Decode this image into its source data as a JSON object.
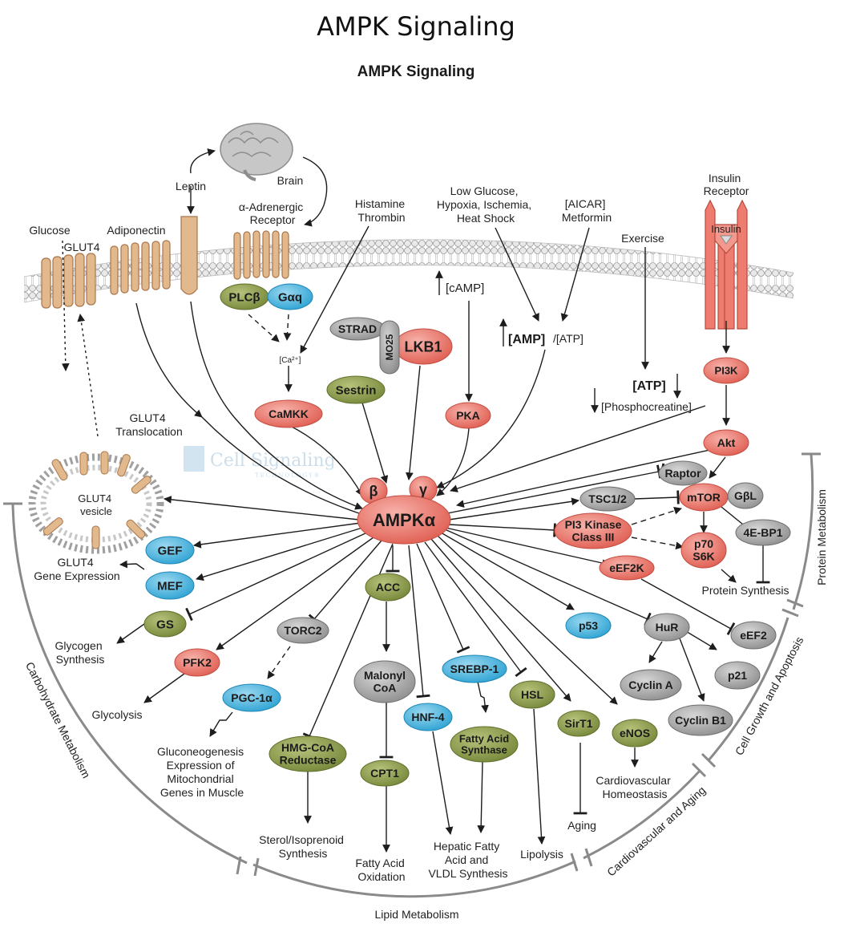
{
  "header": {
    "image_title": "AMPK Signaling",
    "figure_title": "AMPK Signaling"
  },
  "watermark": {
    "line1": "Cell Signaling",
    "line2": "TECHNOLOGY®"
  },
  "colors": {
    "red": "#e8776d",
    "green": "#8a9a4c",
    "blue": "#45b4de",
    "gray": "#a9a9a9",
    "receptor_tan": "#e2b98d",
    "insulin_receptor": "#ee7d6f",
    "arrow": "#1d1d1d",
    "arc": "#8a8a8a"
  },
  "top_labels": {
    "glucose": "Glucose",
    "glut4": "GLUT4",
    "adiponectin": "Adiponectin",
    "leptin": "Leptin",
    "brain": "Brain",
    "alpha_adrenergic": [
      "α-Adrenergic",
      "Receptor"
    ],
    "histamine": [
      "Histamine",
      "Thrombin"
    ],
    "stress": [
      "Low Glucose,",
      "Hypoxia, Ischemia,",
      "Heat Shock"
    ],
    "aicar": [
      "[AICAR]",
      "Metformin"
    ],
    "exercise": "Exercise",
    "insulin_receptor": [
      "Insulin",
      "Receptor"
    ],
    "insulin": "Insulin"
  },
  "mid_labels": {
    "camp": "[cAMP]",
    "amp": "[AMP]",
    "atp_slash": "/[ATP]",
    "calcium": "[Ca²⁺]",
    "atp": "[ATP]",
    "phosphocreatine": "[Phosphocreatine]",
    "glut4_translocation": [
      "GLUT4",
      "Translocation"
    ],
    "glut4_vesicle": [
      "GLUT4",
      "vesicle"
    ]
  },
  "nodes": {
    "plcb": "PLCβ",
    "gaq": "Gαq",
    "strad": "STRAD",
    "mo25": "MO25",
    "lkb1": "LKB1",
    "sestrin": "Sestrin",
    "camkk": "CaMKK",
    "pka": "PKA",
    "pi3k": "PI3K",
    "akt": "Akt",
    "beta": "β",
    "gamma": "γ",
    "ampk": "AMPKα",
    "raptor": "Raptor",
    "mtor": "mTOR",
    "gbl": "GβL",
    "tsc": "TSC1/2",
    "pi3k_class3": [
      "PI3 Kinase",
      "Class III"
    ],
    "p70s6k": [
      "p70",
      "S6K"
    ],
    "ebp": "4E-BP1",
    "eef2k": "eEF2K",
    "eef2": "eEF2",
    "hur": "HuR",
    "p21": "p21",
    "cyclin_a": "Cyclin A",
    "cyclin_b1": "Cyclin B1",
    "p53": "p53",
    "gef": "GEF",
    "mef": "MEF",
    "gs": "GS",
    "pfk2": "PFK2",
    "torc2": "TORC2",
    "pgc1a": "PGC-1α",
    "acc": "ACC",
    "malonyl": [
      "Malonyl",
      "CoA"
    ],
    "cpt1": "CPT1",
    "hmg": [
      "HMG-CoA",
      "Reductase"
    ],
    "srebp": "SREBP-1",
    "hnf4": "HNF-4",
    "fas": [
      "Fatty Acid",
      "Synthase"
    ],
    "hsl": "HSL",
    "sirt1": "SirT1",
    "enos": "eNOS"
  },
  "outputs": {
    "glut4_gene": [
      "GLUT4",
      "Gene Expression"
    ],
    "glycogen": [
      "Glycogen",
      "Synthesis"
    ],
    "glycolysis": "Glycolysis",
    "gluconeo": [
      "Gluconeogenesis",
      "Expression of",
      "Mitochondrial",
      "Genes in Muscle"
    ],
    "sterol": [
      "Sterol/Isoprenoid",
      "Synthesis"
    ],
    "fa_oxidation": [
      "Fatty Acid",
      "Oxidation"
    ],
    "hepatic": [
      "Hepatic Fatty",
      "Acid and",
      "VLDL Synthesis"
    ],
    "lipolysis": "Lipolysis",
    "aging": "Aging",
    "cardio": [
      "Cardiovascular",
      "Homeostasis"
    ],
    "protein_synthesis": "Protein Synthesis"
  },
  "categories": {
    "carbohydrate": "Carbohydrate Metabolism",
    "lipid": "Lipid Metabolism",
    "cardio_aging": "Cardiovascular and Aging",
    "cell_growth": "Cell Growth and Apoptosis",
    "protein": "Protein Metabolism"
  }
}
